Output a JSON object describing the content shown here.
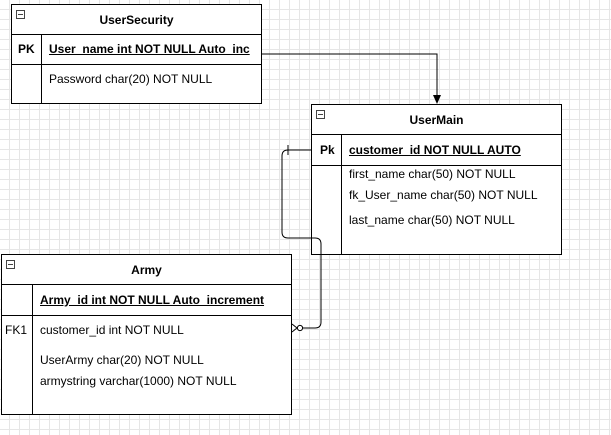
{
  "tables": {
    "user_security": {
      "title": "UserSecurity",
      "pk_key": "PK",
      "pk_field": "User_name int NOT NULL Auto_inc",
      "fields": [
        "Password char(20) NOT NULL"
      ]
    },
    "user_main": {
      "title": "UserMain",
      "pk_key": "Pk",
      "pk_field": "customer_id NOT NULL AUTO",
      "fields": [
        "first_name char(50) NOT NULL",
        "fk_User_name char(50) NOT NULL",
        "last_name char(50) NOT NULL"
      ]
    },
    "army": {
      "title": "Army",
      "pk_key": "",
      "pk_field": "Army_id int NOT NULL Auto_increment",
      "fk_key": "FK1",
      "fields": [
        "customer_id int NOT NULL",
        "UserArmy char(20) NOT NULL",
        "armystring varchar(1000) NOT NULL"
      ]
    }
  },
  "colors": {
    "border": "#000000",
    "grid": "#e6e6e6",
    "background": "#ffffff"
  }
}
